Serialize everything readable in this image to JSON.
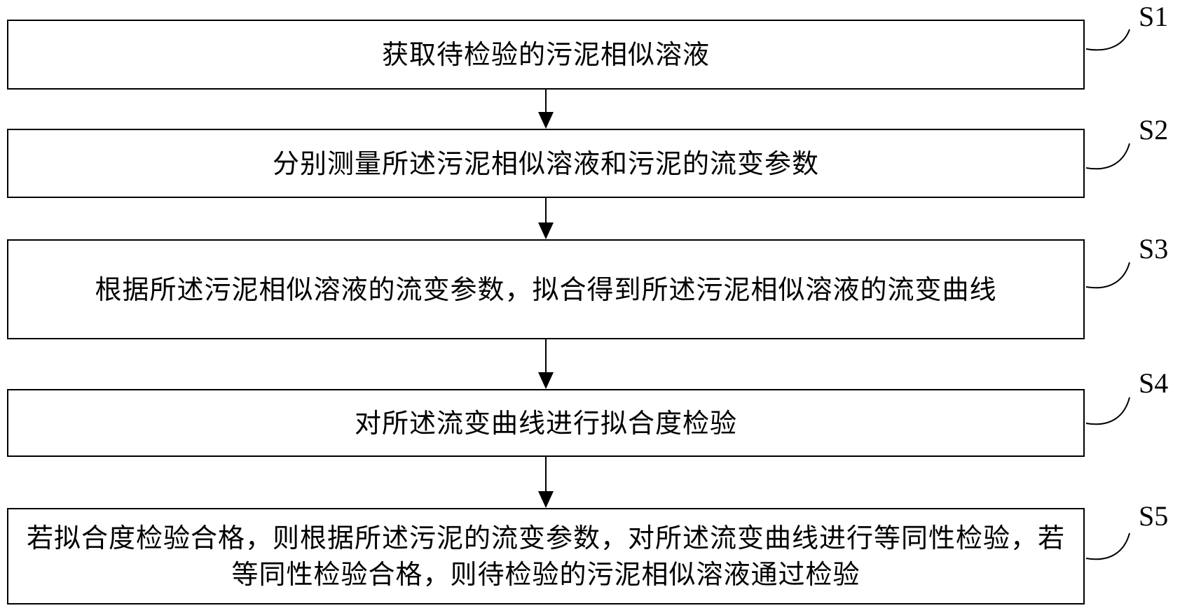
{
  "flowchart": {
    "steps": [
      {
        "id": "S1",
        "label": "S1",
        "text": "获取待检验的污泥相似溶液"
      },
      {
        "id": "S2",
        "label": "S2",
        "text": "分别测量所述污泥相似溶液和污泥的流变参数"
      },
      {
        "id": "S3",
        "label": "S3",
        "text": "根据所述污泥相似溶液的流变参数，拟合得到所述污泥相似溶液的流变曲线"
      },
      {
        "id": "S4",
        "label": "S4",
        "text": "对所述流变曲线进行拟合度检验"
      },
      {
        "id": "S5",
        "label": "S5",
        "text": "若拟合度检验合格，则根据所述污泥的流变参数，对所述流变曲线进行等同性检验，若等同性检验合格，则待检验的污泥相似溶液通过检验"
      }
    ]
  }
}
